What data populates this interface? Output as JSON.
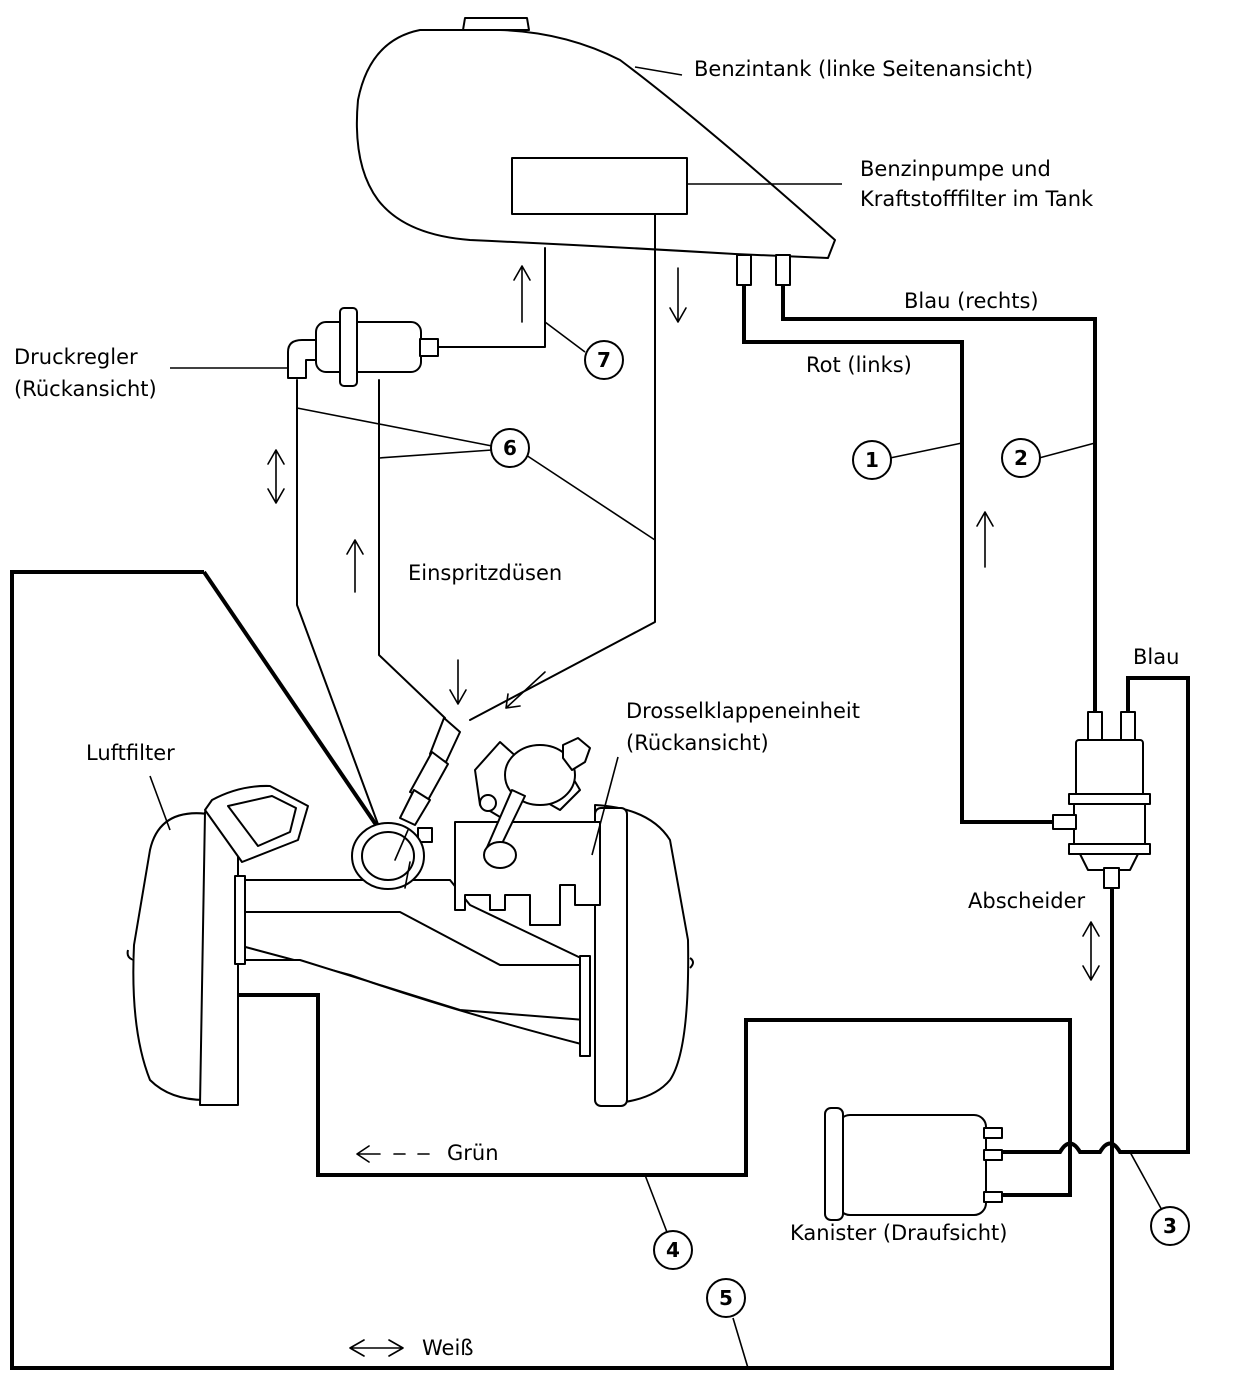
{
  "labels": {
    "fuel_tank": "Benzintank (linke Seitenansicht)",
    "pump_line1": "Benzinpumpe und",
    "pump_line2": "Kraftstofffilter im Tank",
    "blue_right": "Blau (rechts)",
    "red_left": "Rot (links)",
    "regulator_line1": "Druckregler",
    "regulator_line2": "(Rückansicht)",
    "injectors": "Einspritzdüsen",
    "blue": "Blau",
    "throttle_line1": "Drosselklappeneinheit",
    "throttle_line2": "(Rückansicht)",
    "air_filter": "Luftfilter",
    "separator": "Abscheider",
    "green": "Grün",
    "canister": "Kanister (Draufsicht)",
    "white": "Weiß"
  },
  "callouts": [
    "1",
    "2",
    "3",
    "4",
    "5",
    "6",
    "7"
  ]
}
